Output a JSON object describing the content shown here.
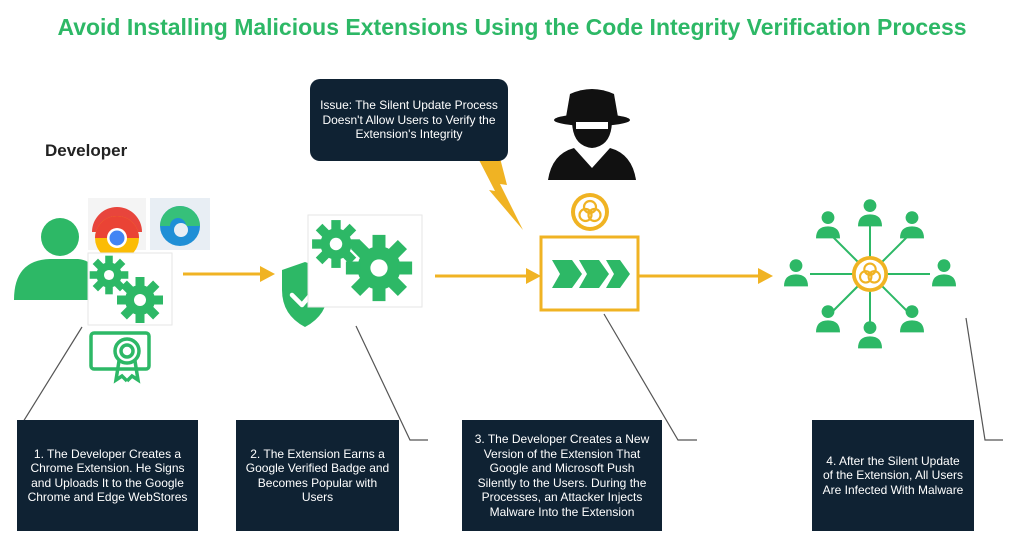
{
  "title": "Avoid Installing Malicious Extensions Using the Code Integrity Verification Process",
  "developer_label": "Developer",
  "issue_text": "Issue: The Silent Update Process Doesn't Allow Users to Verify the Extension's Integrity",
  "steps": [
    "1. The Developer Creates a Chrome Extension. He Signs and Uploads It to the Google Chrome and Edge WebStores",
    "2. The Extension Earns a Google Verified Badge and Becomes Popular with Users",
    "3. The Developer Creates a New Version of the Extension That Google and Microsoft Push Silently to the Users. During the Processes, an Attacker Injects Malware Into the Extension",
    "4. After the Silent Update of the Extension, All Users Are Infected With Malware"
  ],
  "colors": {
    "green": "#2db866",
    "dark_navy": "#0f2233",
    "amber": "#f0b323",
    "black": "#111111"
  },
  "icons": [
    "user-icon",
    "chrome-icon",
    "edge-icon",
    "gears-icon",
    "certificate-icon",
    "shield-check-icon",
    "hacker-icon",
    "biohazard-icon",
    "pipeline-icon",
    "users-network-icon"
  ]
}
